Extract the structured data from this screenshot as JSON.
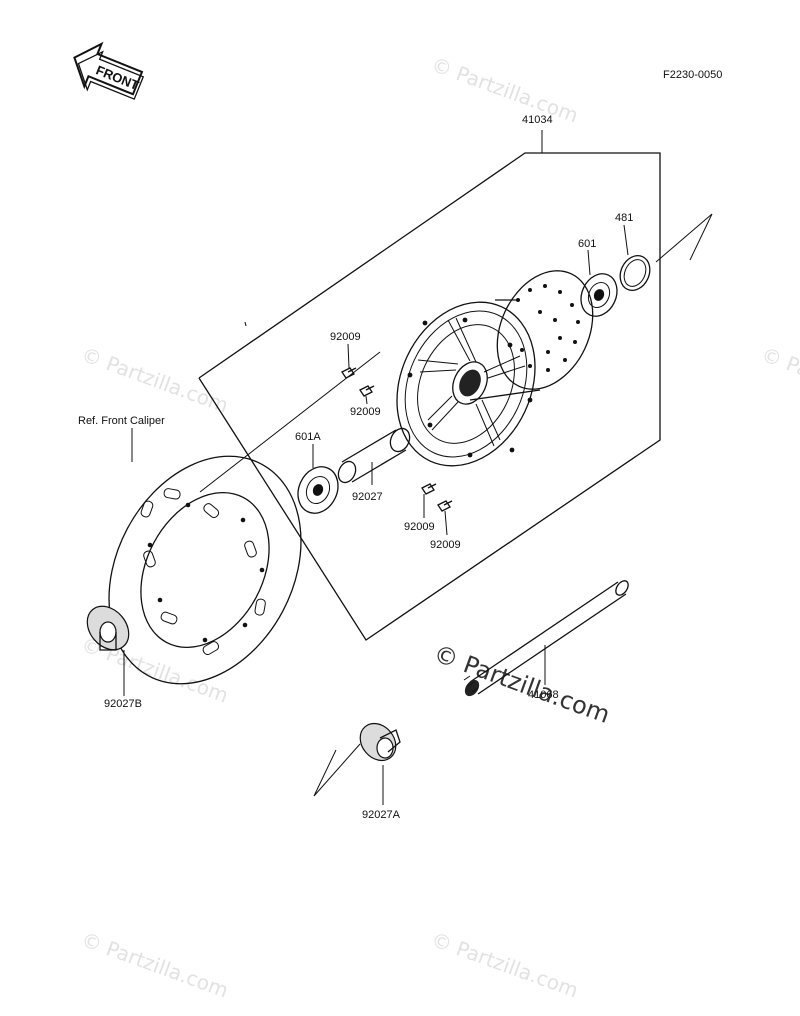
{
  "diagram_code": "F2230-0050",
  "front_badge": "FRONT",
  "watermark": "© Partzilla.com",
  "labels": {
    "hub": "41034",
    "circlip": "481",
    "bearing_right": "601",
    "bolt_1": "92009",
    "bolt_2": "92009",
    "bolt_3": "92009",
    "bolt_4": "92009",
    "bearing_left": "601A",
    "spacer": "92027",
    "ref_caliper": "Ref. Front Caliper",
    "collar_b": "92027B",
    "axle": "41068",
    "collar_a": "92027A"
  }
}
